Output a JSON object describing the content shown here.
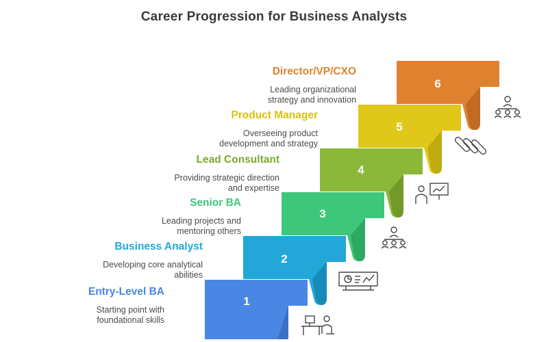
{
  "title": "Career Progression for Business Analysts",
  "steps": [
    {
      "number": "1",
      "title": "Entry-Level BA",
      "desc_lines": [
        "Starting point with",
        "foundational skills"
      ],
      "color": "#4a86e3",
      "title_color": "#4a86e3",
      "icon": "desk-worker-icon"
    },
    {
      "number": "2",
      "title": "Business Analyst",
      "desc_lines": [
        "Developing core analytical",
        "abilities"
      ],
      "color": "#22a7d8",
      "title_color": "#22a7d8",
      "icon": "analytics-monitor-icon"
    },
    {
      "number": "3",
      "title": "Senior BA",
      "desc_lines": [
        "Leading projects and",
        "mentoring others"
      ],
      "color": "#3ec77a",
      "title_color": "#3ec77a",
      "icon": "team-leader-icon"
    },
    {
      "number": "4",
      "title": "Lead Consultant",
      "desc_lines": [
        "Providing strategic direction",
        "and expertise"
      ],
      "color": "#8cb83a",
      "title_color": "#7aab2e",
      "icon": "presenter-icon"
    },
    {
      "number": "5",
      "title": "Product Manager",
      "desc_lines": [
        "Overseeing product",
        "development and strategy"
      ],
      "color": "#dfc81a",
      "title_color": "#d9c210",
      "icon": "product-pipeline-icon"
    },
    {
      "number": "6",
      "title": "Director/VP/CXO",
      "desc_lines": [
        "Leading organizational",
        "strategy and innovation"
      ],
      "color": "#e0812f",
      "title_color": "#e0812f",
      "icon": "executive-team-icon"
    }
  ]
}
